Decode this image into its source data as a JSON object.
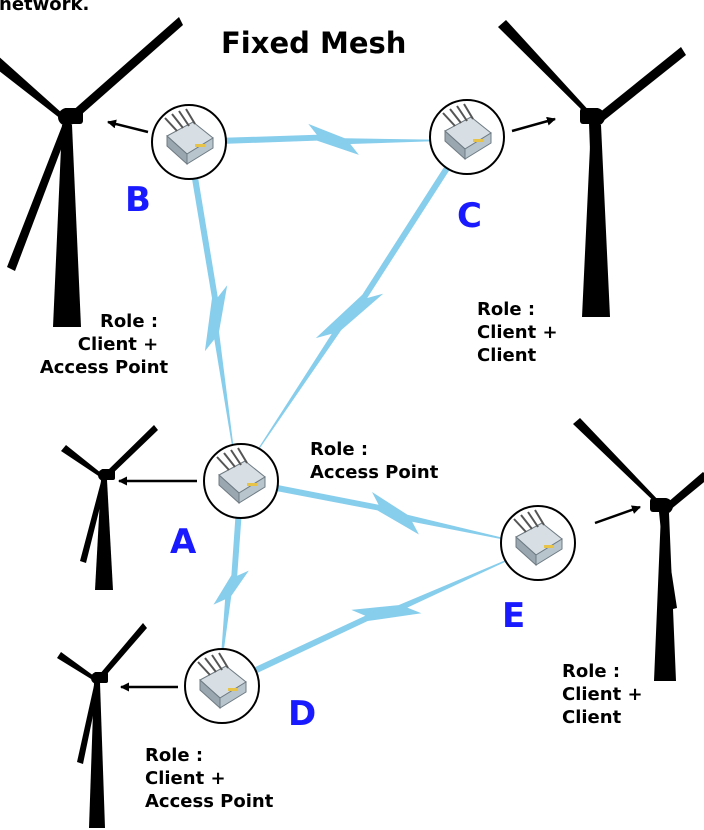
{
  "caption": "network.",
  "title": "Fixed Mesh",
  "colors": {
    "link": "#87cdec",
    "letter": "#1a1aff",
    "turbine": "#000000",
    "device": "#b9c5cd"
  },
  "nodes": {
    "A": {
      "letter": "A",
      "role": {
        "heading": "Role :",
        "line1": "Access Point",
        "line2": ""
      }
    },
    "B": {
      "letter": "B",
      "role": {
        "heading": "Role :",
        "line1": "Client +",
        "line2": "Access Point"
      }
    },
    "C": {
      "letter": "C",
      "role": {
        "heading": "Role :",
        "line1": "Client +",
        "line2": "Client"
      }
    },
    "D": {
      "letter": "D",
      "role": {
        "heading": "Role :",
        "line1": "Client +",
        "line2": "Access Point"
      }
    },
    "E": {
      "letter": "E",
      "role": {
        "heading": "Role :",
        "line1": "Client +",
        "line2": "Client"
      }
    }
  },
  "icons": {
    "turbine": "wind-turbine-icon",
    "device": "radio-device-icon",
    "link": "wireless-link-icon",
    "arrow": "arrow-icon"
  }
}
